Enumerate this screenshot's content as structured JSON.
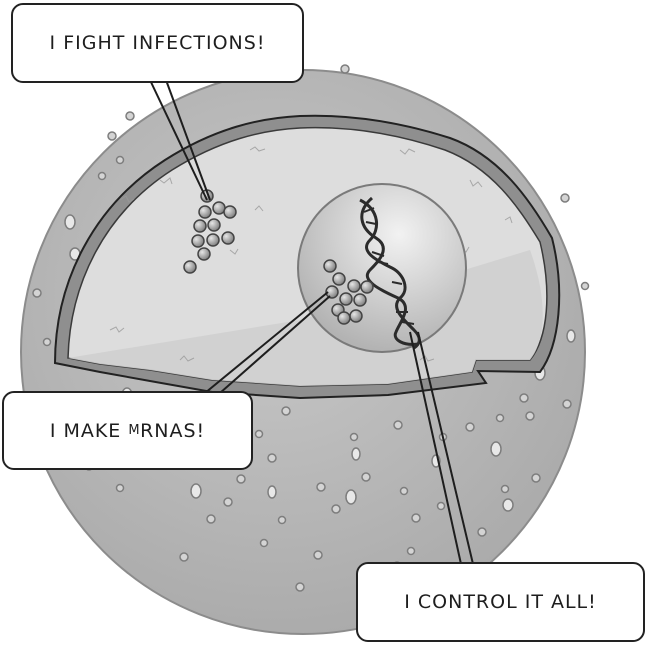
{
  "callouts": {
    "immune": {
      "text": "I FIGHT INFECTIONS!"
    },
    "ribosome": {
      "prefix": "I MAKE ",
      "small_caps": "M",
      "suffix": "RNAS!"
    },
    "dna": {
      "text": "I CONTROL IT ALL!"
    }
  },
  "colors": {
    "cell_body": "#b4b4b4",
    "cut_face": "#dcdcdc",
    "nucleus": "#cbcbcb",
    "outline": "#222222"
  }
}
